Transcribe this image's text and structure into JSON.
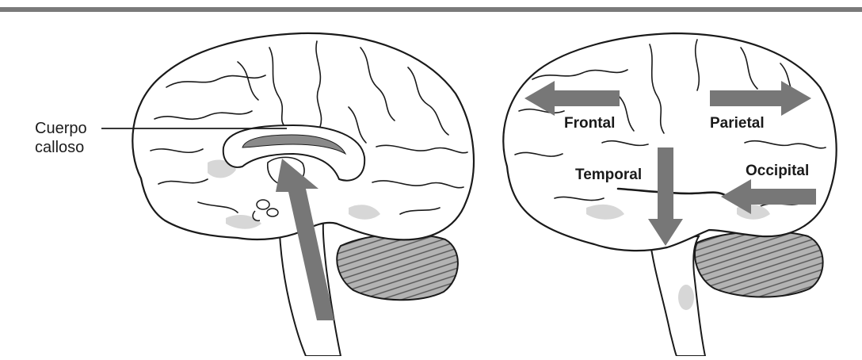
{
  "diagram": {
    "left_panel": {
      "callout_lines": [
        "Cuerpo",
        "calloso"
      ]
    },
    "right_panel": {
      "lobes": {
        "frontal": "Frontal",
        "parietal": "Parietal",
        "temporal": "Temporal",
        "occipital": "Occipital"
      }
    }
  },
  "colors": {
    "outline": "#1a1a1a",
    "brain_fill": "#ffffff",
    "shade": "#d7d7d7",
    "arrow": "#777777",
    "top_rule": "#7a7a7a"
  }
}
